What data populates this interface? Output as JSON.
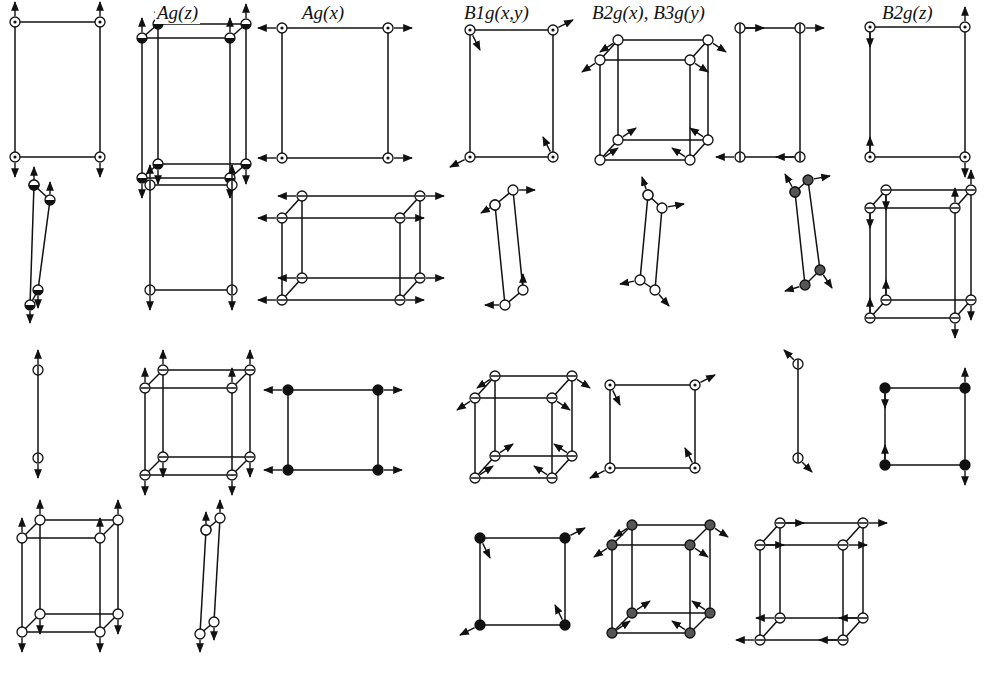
{
  "diagram": {
    "labels": [
      "Ag(z)",
      "Ag(x)",
      "B1g(x,y)",
      "B2g(x), B3g(y)",
      "B2g(z)"
    ]
  }
}
